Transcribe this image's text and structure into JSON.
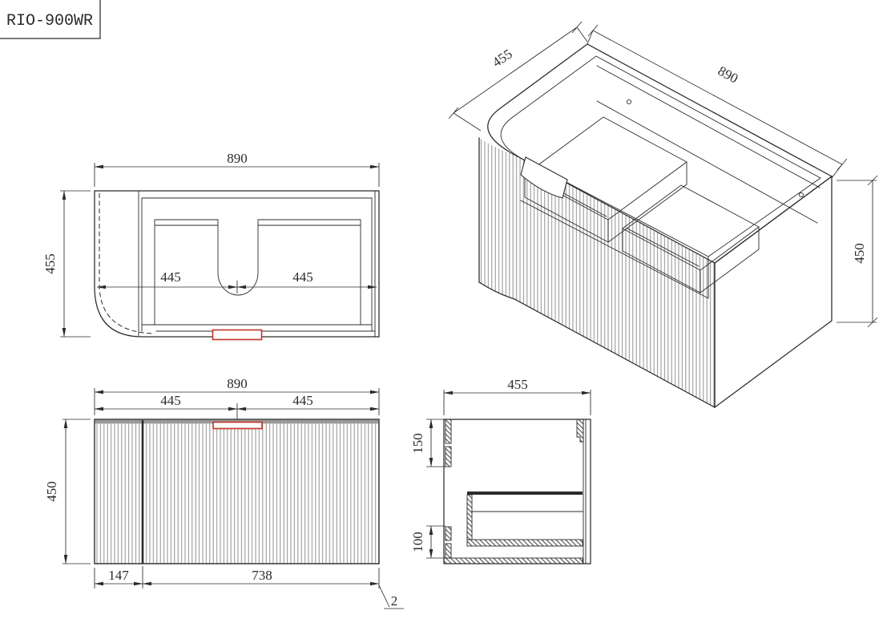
{
  "title": {
    "model": "RIO-900WR"
  },
  "colors": {
    "line": "#2b2b2b",
    "red": "#c43c31",
    "flute": "#8f8f8f",
    "strip": "#9a9a9a"
  },
  "plan": {
    "width": "890",
    "depth": "455",
    "half_left": "445",
    "half_right": "445"
  },
  "front": {
    "width": "890",
    "half_left": "445",
    "half_right": "445",
    "height": "450",
    "panel_width": "147",
    "drawer_width": "738",
    "edge_thickness": "2"
  },
  "iso": {
    "depth": "455",
    "width": "890",
    "height": "450"
  },
  "section": {
    "depth": "455",
    "top_rail": "150",
    "bottom_rail": "100"
  }
}
